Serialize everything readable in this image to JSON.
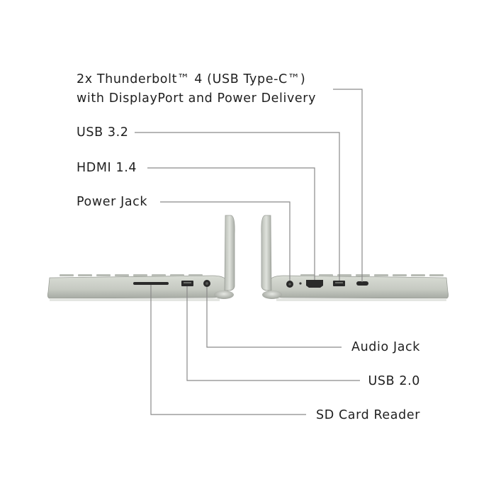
{
  "labels_left": [
    {
      "id": "thunderbolt",
      "lines": [
        "2x Thunderbolt™ 4 (USB Type-C™)",
        "with DisplayPort and Power Delivery"
      ]
    },
    {
      "id": "usb32",
      "lines": [
        "USB 3.2"
      ]
    },
    {
      "id": "hdmi",
      "lines": [
        "HDMI 1.4"
      ]
    },
    {
      "id": "power",
      "lines": [
        "Power Jack"
      ]
    }
  ],
  "labels_right": [
    {
      "id": "audio",
      "lines": [
        "Audio Jack"
      ]
    },
    {
      "id": "usb20",
      "lines": [
        "USB 2.0"
      ]
    },
    {
      "id": "sd",
      "lines": [
        "SD Card Reader"
      ]
    }
  ],
  "colors": {
    "text": "#1f1f1f",
    "leader": "#8a8a8a",
    "chassis": "#c9cdc6",
    "chassis_dark": "#a9ada6",
    "port": "#2a2a2a"
  }
}
